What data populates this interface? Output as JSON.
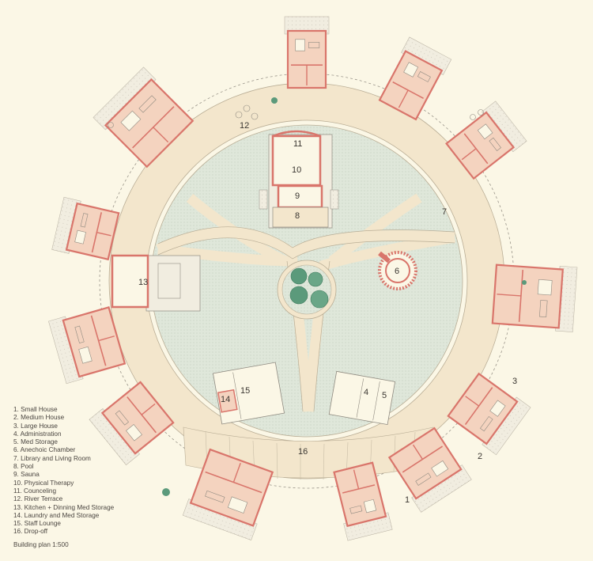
{
  "colors": {
    "background": "#fbf7e6",
    "path": "#f3e6cc",
    "garden": "#dfe7da",
    "room": "#f4d3bf",
    "wall": "#d9756b",
    "lines": "#8f8a80",
    "tree": "#5b9a7b"
  },
  "labels": {
    "n1": "1",
    "n2": "2",
    "n3": "3",
    "n4": "4",
    "n5": "5",
    "n6": "6",
    "n7": "7",
    "n8": "8",
    "n9": "9",
    "n10": "10",
    "n11": "11",
    "n12": "12",
    "n13": "13",
    "n14": "14",
    "n15": "15",
    "n16": "16"
  },
  "legend": [
    "1. Small House",
    "2. Medium House",
    "3. Large House",
    "4. Administration",
    "5. Med Storage",
    "6. Anechoic Chamber",
    "7. Library and Living Room",
    "8. Pool",
    "9. Sauna",
    "10. Physical Therapy",
    "11. Counceling",
    "12. River Terrace",
    "13. Kitchen + Dinning Med Storage",
    "14. Laundry and Med Storage",
    "15. Staff Lounge",
    "16. Drop-off"
  ],
  "scale_note": "Building plan 1:500",
  "icons": [
    "tree-icon",
    "table-icon",
    "bed-icon",
    "sofa-icon",
    "plant-icon"
  ]
}
